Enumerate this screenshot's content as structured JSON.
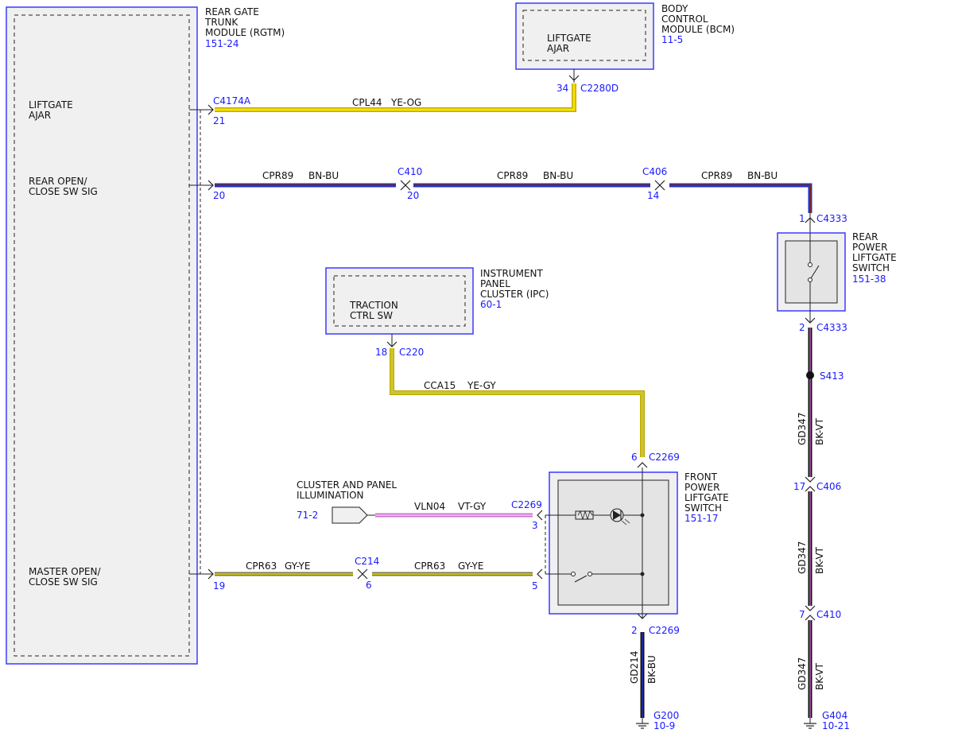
{
  "modules": {
    "rgtm": {
      "title": [
        "REAR GATE",
        "TRUNK",
        "MODULE (RGTM)"
      ],
      "ref": "151-24",
      "signals": {
        "liftgate_ajar": [
          "LIFTGATE",
          "AJAR"
        ],
        "rear_open_close": [
          "REAR OPEN/",
          "CLOSE SW SIG"
        ],
        "master_open_close": [
          "MASTER OPEN/",
          "CLOSE SW SIG"
        ]
      }
    },
    "bcm": {
      "title": [
        "BODY",
        "CONTROL",
        "MODULE (BCM)"
      ],
      "ref": "11-5",
      "signal": [
        "LIFTGATE",
        "AJAR"
      ]
    },
    "ipc": {
      "title": [
        "INSTRUMENT",
        "PANEL",
        "CLUSTER (IPC)"
      ],
      "ref": "60-1",
      "signal": [
        "TRACTION",
        "CTRL SW"
      ]
    },
    "rear_switch": {
      "title": [
        "REAR",
        "POWER",
        "LIFTGATE",
        "SWITCH"
      ],
      "ref": "151-38"
    },
    "front_switch": {
      "title": [
        "FRONT",
        "POWER",
        "LIFTGATE",
        "SWITCH"
      ],
      "ref": "151-17"
    },
    "illumination": {
      "title": [
        "CLUSTER AND PANEL",
        "ILLUMINATION"
      ],
      "ref": "71-2"
    }
  },
  "connectors": {
    "c4174a": "C4174A",
    "c2280d": "C2280D",
    "c410": "C410",
    "c406": "C406",
    "c4333": "C4333",
    "c220": "C220",
    "c2269": "C2269",
    "c214": "C214",
    "s413": "S413"
  },
  "pins": {
    "p21": "21",
    "p34": "34",
    "p20": "20",
    "p14": "14",
    "p1": "1",
    "p2": "2",
    "p18": "18",
    "p6": "6",
    "p3": "3",
    "p19": "19",
    "p5": "5",
    "p17": "17",
    "p7": "7"
  },
  "wires": {
    "cpl44": {
      "circuit": "CPL44",
      "color": "YE-OG"
    },
    "cpr89": {
      "circuit": "CPR89",
      "color": "BN-BU"
    },
    "cca15": {
      "circuit": "CCA15",
      "color": "YE-GY"
    },
    "vln04": {
      "circuit": "VLN04",
      "color": "VT-GY"
    },
    "cpr63": {
      "circuit": "CPR63",
      "color": "GY-YE"
    },
    "gd347": {
      "circuit": "GD347",
      "color": "BK-VT"
    },
    "gd214": {
      "circuit": "GD214",
      "color": "BK-BU"
    }
  },
  "grounds": {
    "g200": {
      "name": "G200",
      "ref": "10-9"
    },
    "g404": {
      "name": "G404",
      "ref": "10-21"
    }
  },
  "colors": {
    "module_border": "#3a3aff",
    "fill": "#f0f0f0",
    "blue_text": "#1a1aff",
    "yellow": "#e8d800",
    "brown": "#6b2a1a",
    "blue": "#2233cc",
    "violet": "#d070d0",
    "gray": "#909090",
    "black": "#111111"
  }
}
